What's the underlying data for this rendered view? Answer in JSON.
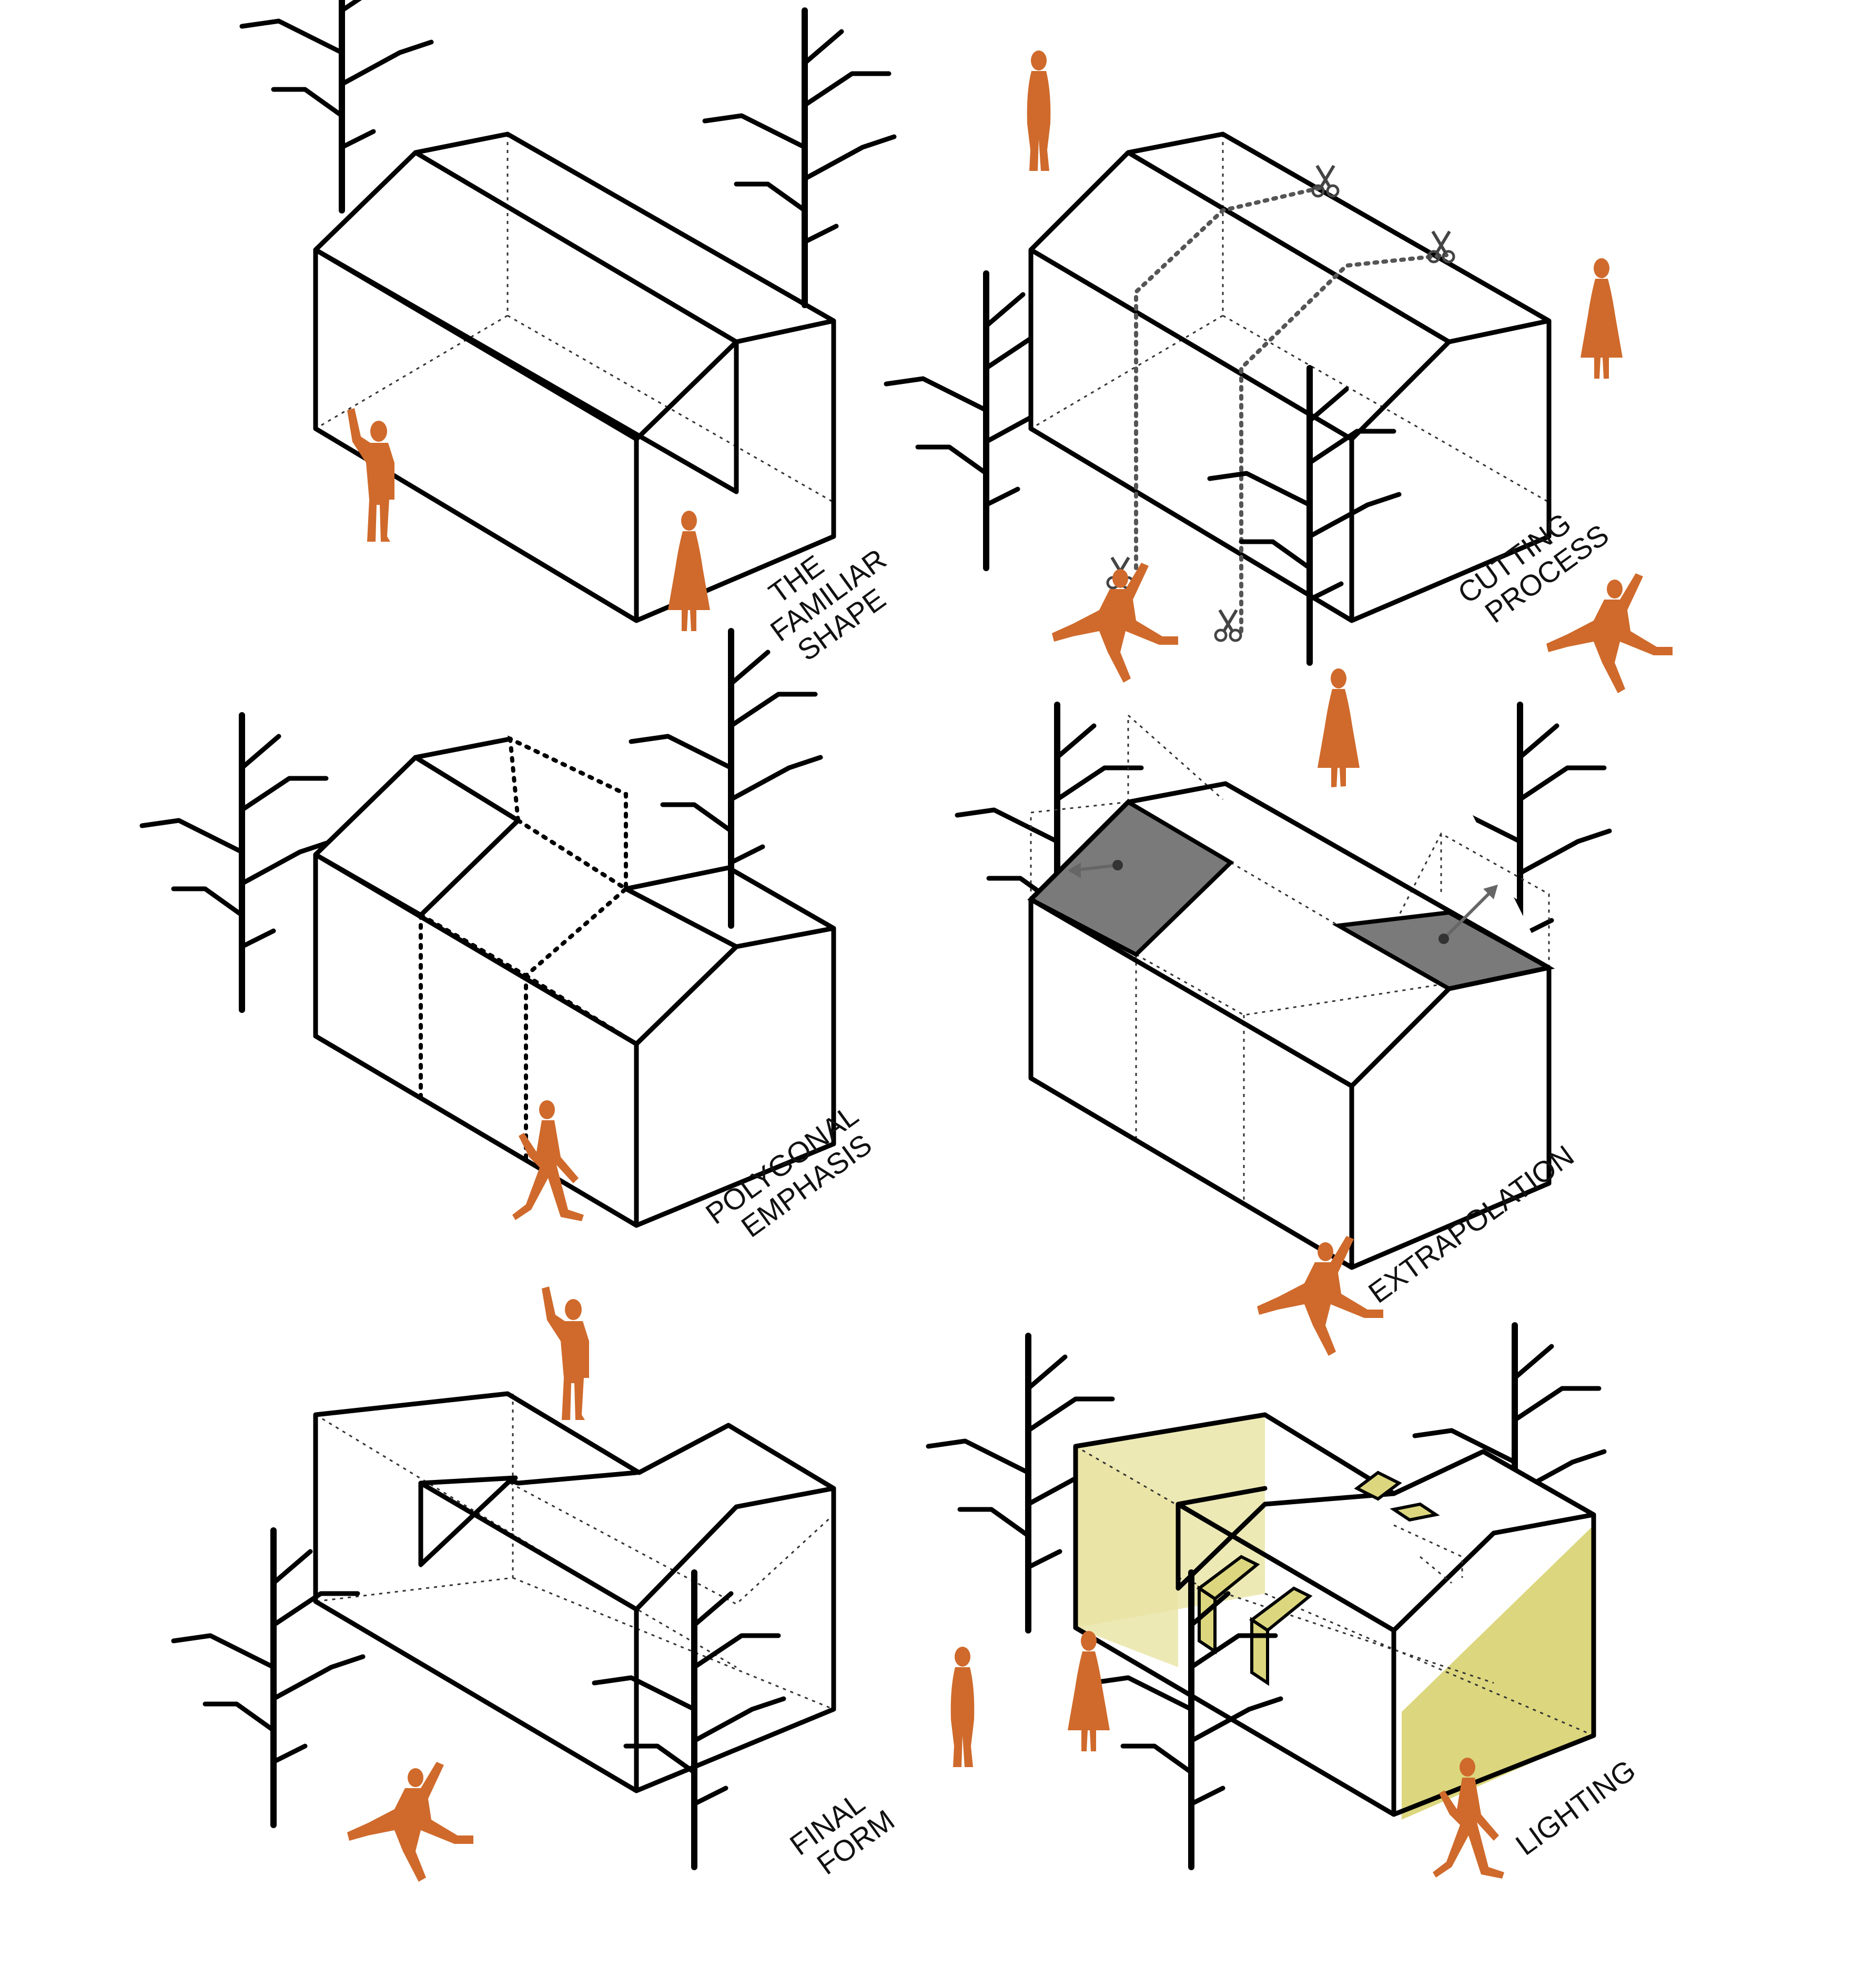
{
  "panels": [
    {
      "id": "familiar-shape",
      "label_lines": [
        "THE",
        "FAMILIAR",
        "SHAPE"
      ]
    },
    {
      "id": "cutting-process",
      "label_lines": [
        "CUTTING",
        "PROCESS"
      ]
    },
    {
      "id": "polygonal-emphasis",
      "label_lines": [
        "POLYGONAL",
        "EMPHASIS"
      ]
    },
    {
      "id": "extrapolation",
      "label_lines": [
        "EXTRAPOLATION"
      ]
    },
    {
      "id": "final-form",
      "label_lines": [
        "FINAL",
        "FORM"
      ]
    },
    {
      "id": "lighting",
      "label_lines": [
        "LIGHTING"
      ]
    }
  ],
  "colors": {
    "figure": "#cf6a2c",
    "roof_cut": "#7a7a7a",
    "light": "#dcd77e",
    "line": "#000000"
  },
  "icons": [
    "scissors-icon",
    "tree-icon",
    "person-icon",
    "arrow-icon"
  ]
}
